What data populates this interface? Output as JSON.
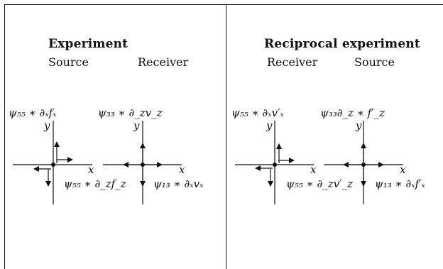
{
  "left_panel": {
    "title": "Experiment",
    "col1": "Source",
    "col2": "Receiver",
    "source": {
      "top_label": "ψ₅₅ ∗ ∂ₓfₓ",
      "bottom_label": "ψ₅₅ ∗ ∂_zf_z",
      "x_axis": "x",
      "y_axis": "y"
    },
    "receiver": {
      "top_label": "ψ₃₃ ∗ ∂_zv_z",
      "bottom_label": "ψ₁₃ ∗ ∂ₓvₓ",
      "x_axis": "x",
      "y_axis": "y"
    }
  },
  "right_panel": {
    "title": "Reciprocal experiment",
    "col1": "Receiver",
    "col2": "Source",
    "receiver": {
      "top_label": "ψ₅₅ ∗ ∂ₓv′ₓ",
      "bottom_label": "ψ₅₅ ∗ ∂_zv′_z",
      "x_axis": "x",
      "y_axis": "y"
    },
    "source": {
      "top_label": "ψ₃₃∂_z ∗ f′_z",
      "bottom_label": "ψ₁₃ ∗ ∂ₓf′ₓ",
      "x_axis": "x",
      "y_axis": "y"
    }
  }
}
